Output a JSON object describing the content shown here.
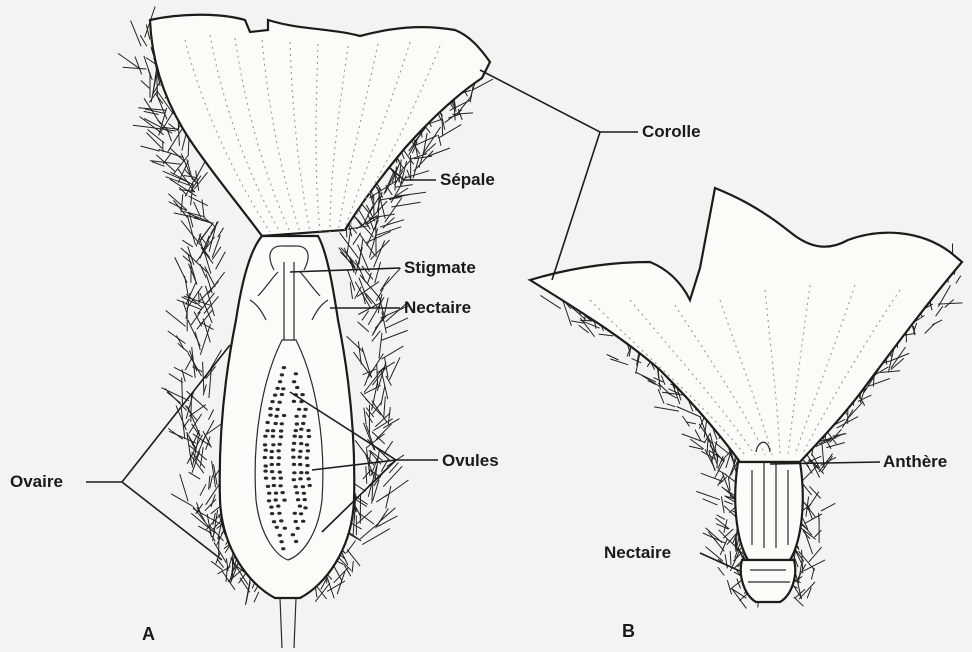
{
  "labels": {
    "corolle": "Corolle",
    "sepale": "Sépale",
    "stigmate": "Stigmate",
    "nectaire_a": "Nectaire",
    "ovaire": "Ovaire",
    "ovules": "Ovules",
    "anthere": "Anthère",
    "nectaire_b": "Nectaire"
  },
  "panels": {
    "a": "A",
    "b": "B"
  },
  "colors": {
    "background": "#f3f4f2",
    "ink": "#1c1c1c",
    "petal": "#fbfbf8",
    "veins": "#9a9a94"
  }
}
